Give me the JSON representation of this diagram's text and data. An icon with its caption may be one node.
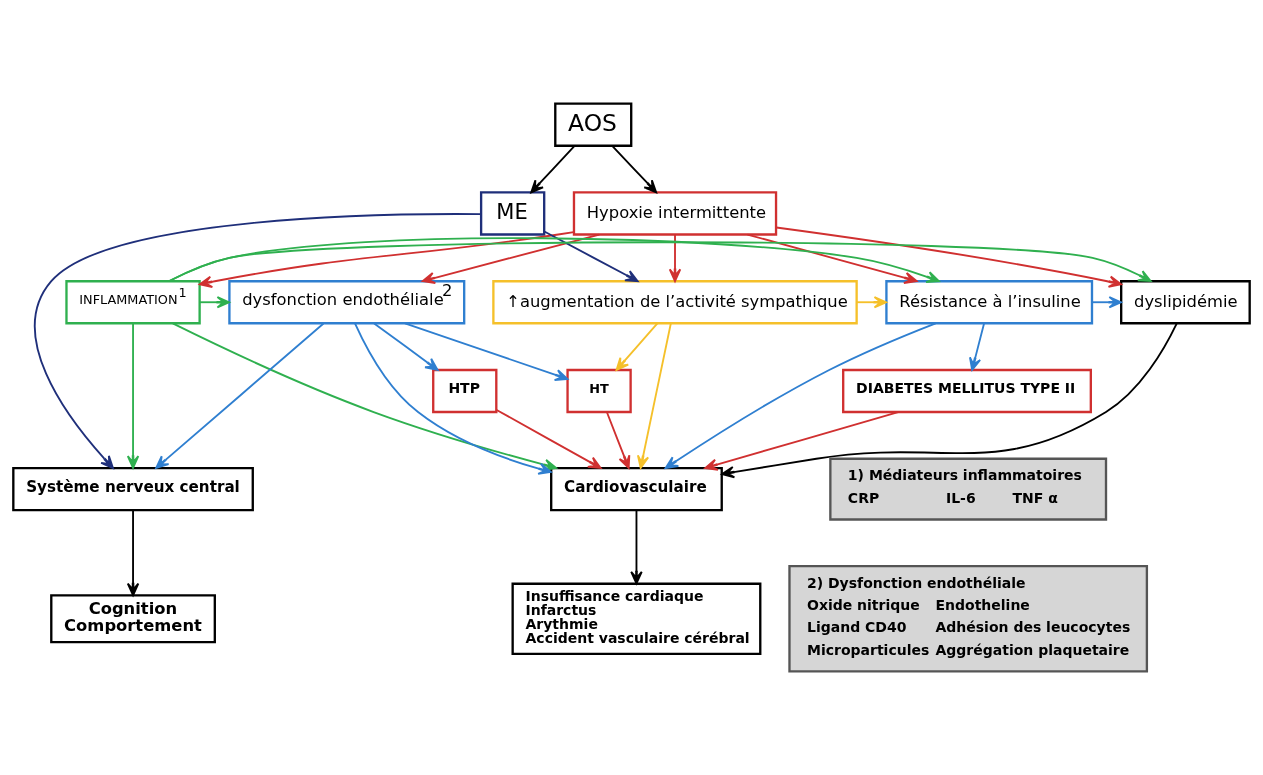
{
  "diagram": {
    "nodes": [
      {
        "text": [
          "AOS"
        ]
      },
      {
        "text": [
          "Hypoxie intermittente"
        ]
      },
      {
        "text": [
          "ME"
        ]
      },
      {
        "text": [
          "Résistance à l’insuline"
        ]
      },
      {
        "text": [
          "dyslipidémie"
        ]
      },
      {
        "text": [
          "INFLAMMATION$^{1}$"
        ]
      },
      {
        "text": [
          "dysfonction endothéliale$^{2}$"
        ]
      },
      {
        "text": [
          "↑augmentation de l’activité sympathique"
        ]
      },
      {
        "text": [
          "HTP"
        ]
      },
      {
        "text": [
          "HT"
        ]
      },
      {
        "text": [
          "DIABETES MELLITUS TYPE II"
        ]
      },
      {
        "text": [
          "Cardiovasculaire"
        ]
      },
      {
        "text": [
          "Système nerveux central"
        ]
      },
      {
        "text": [
          "Insuffisance cardiaque",
          "Infarctus",
          "Arythmie",
          "Accident vasculaire cérébral"
        ]
      },
      {
        "text": [
          "Cognition",
          "Comportement"
        ]
      },
      {
        "text": [
          "1) Médiateurs inflammatoires",
          "CRP",
          "IL-6",
          "TNF α"
        ]
      },
      {
        "text": [
          "2) Dysfonction endothéliale",
          "Oxide nitrique",
          "Endotheline",
          "Ligand CD40",
          "Adhésion des leucocytes",
          "Microparticules",
          "Aggrégation plaquetaire"
        ]
      }
    ],
    "edges": [
      {
        "from": 0,
        "to": 1,
        "arrow": "to",
        "color": "#000000"
      },
      {
        "from": 0,
        "to": 2,
        "arrow": "to",
        "color": "#000000"
      },
      {
        "from": 1,
        "to": 3,
        "arrow": "to"
      },
      {
        "from": 1,
        "to": 4,
        "arrow": "to"
      },
      {
        "from": 1,
        "to": 5,
        "arrow": "to"
      },
      {
        "from": 1,
        "to": 6,
        "arrow": "to"
      },
      {
        "from": 1,
        "to": 7,
        "arrow": "to"
      },
      {
        "from": 2,
        "to": 7,
        "arrow": "to",
        "color": "#1f2f7a"
      },
      {
        "from": 2,
        "to": 12,
        "arrow": "to",
        "color": "#1f2f7a"
      },
      {
        "from": 3,
        "to": 4,
        "arrow": "to",
        "color": "#2f7fd0"
      },
      {
        "from": 5,
        "to": 4,
        "arrow": "to",
        "color": "#2fb04f"
      },
      {
        "from": 5,
        "to": 6,
        "arrow": "to",
        "color": "#2fb04f"
      },
      {
        "from": 5,
        "to": 3,
        "arrow": "to",
        "color": "#2fb04f"
      },
      {
        "from": 7,
        "to": 3,
        "arrow": "to",
        "color": "#f5c02a"
      },
      {
        "from": 3,
        "to": 10,
        "arrow": "to",
        "color": "#2f7fd0"
      },
      {
        "from": 6,
        "to": 8,
        "arrow": "to",
        "color": "#2f7fd0"
      },
      {
        "from": 6,
        "to": 9,
        "arrow": "to",
        "color": "#2f7fd0"
      },
      {
        "from": 7,
        "to": 9,
        "arrow": "to",
        "color": "#f5c02a"
      },
      {
        "from": 3,
        "to": 11,
        "arrow": "to",
        "color": "#2f7fd0"
      },
      {
        "from": 4,
        "to": 11,
        "arrow": "to",
        "color": "#000000"
      },
      {
        "from": 5,
        "to": 11,
        "arrow": "to",
        "color": "#2fb04f"
      },
      {
        "from": 6,
        "to": 11,
        "arrow": "to",
        "color": "#2f7fd0"
      },
      {
        "from": 8,
        "to": 11,
        "arrow": "to"
      },
      {
        "from": 9,
        "to": 11,
        "arrow": "to"
      },
      {
        "from": 10,
        "to": 11,
        "arrow": "to"
      },
      {
        "from": 7,
        "to": 11,
        "arrow": "to",
        "color": "#f5c02a"
      },
      {
        "from": 5,
        "to": 12,
        "arrow": "to",
        "color": "#2fb04f"
      },
      {
        "from": 6,
        "to": 12,
        "arrow": "to",
        "color": "#2f7fd0"
      },
      {
        "from": 11,
        "to": 13,
        "arrow": "to",
        "color": "#000000"
      },
      {
        "from": 12,
        "to": 14,
        "arrow": "to",
        "color": "#000000"
      }
    ]
  }
}
